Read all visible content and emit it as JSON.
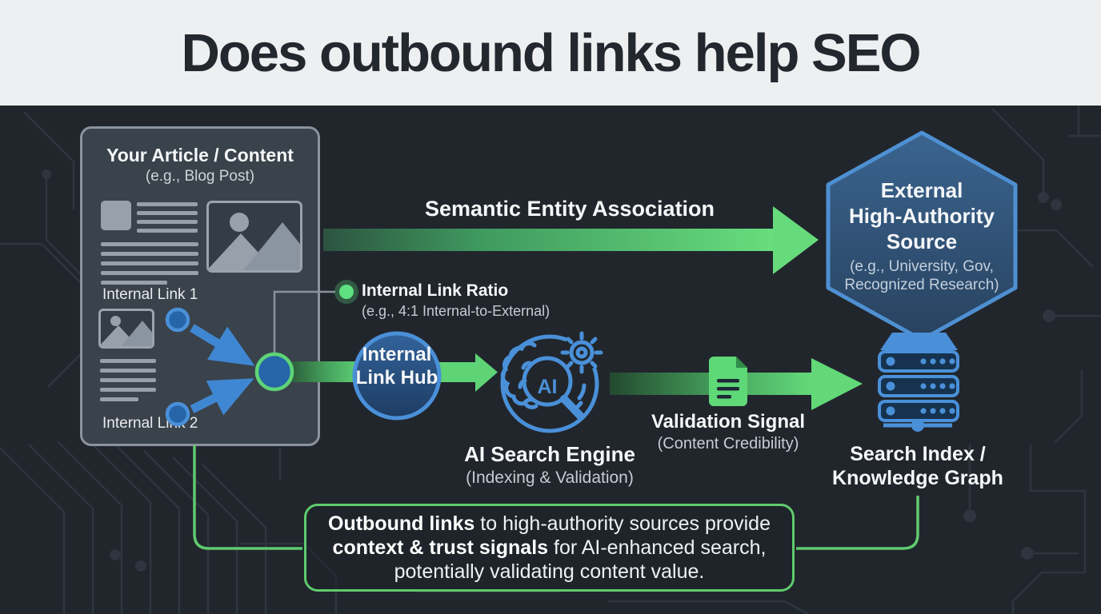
{
  "header": {
    "title": "Does outbound links help SEO"
  },
  "article_card": {
    "title": "Your Article / Content",
    "subtitle": "(e.g., Blog Post)",
    "internal_link_1": "Internal Link 1",
    "internal_link_2": "Internal Link 2"
  },
  "semantic_arrow": {
    "label": "Semantic Entity Association"
  },
  "internal_link_ratio": {
    "title": "Internal Link Ratio",
    "subtitle": "(e.g., 4:1 Internal-to-External)"
  },
  "internal_link_hub": {
    "line1": "Internal",
    "line2": "Link Hub"
  },
  "ai_search_engine": {
    "icon_text": "AI",
    "title": "AI Search Engine",
    "subtitle": "(Indexing & Validation)"
  },
  "validation_signal": {
    "title": "Validation Signal",
    "subtitle": "(Content Credibility)"
  },
  "external_source": {
    "line1": "External",
    "line2": "High-Authority",
    "line3": "Source",
    "subtitle1": "(e.g., University, Gov,",
    "subtitle2": "Recognized Research)"
  },
  "search_index": {
    "line1": "Search Index /",
    "line2": "Knowledge Graph"
  },
  "conclusion": {
    "bold1": "Outbound links",
    "rest1": " to high-authority sources provide",
    "bold2": "context & trust signals",
    "rest2": " for AI-enhanced search,",
    "line3": "potentially validating content value."
  },
  "icons": {
    "ai_engine": "ai-search-engine-icon",
    "validation_document": "validation-document-icon",
    "server_stack": "search-index-server-icon",
    "hexagon": "high-authority-hexagon",
    "link_hub_node": "link-hub-node",
    "internal_link_nodes": "internal-link-node"
  },
  "colors": {
    "header_bg": "#edeff1",
    "header_text": "#23272e",
    "body_bg": "#21262c",
    "card_bg": "#3a424b",
    "card_border": "#8b949e",
    "accent_green": "#5ed477",
    "accent_green_line": "#5fcb6e",
    "accent_blue": "#4a90d9",
    "hexagon_fill": "#2e4e72",
    "node_blue_fill": "#2565a8",
    "subtitle_text": "#c6ccd3"
  }
}
